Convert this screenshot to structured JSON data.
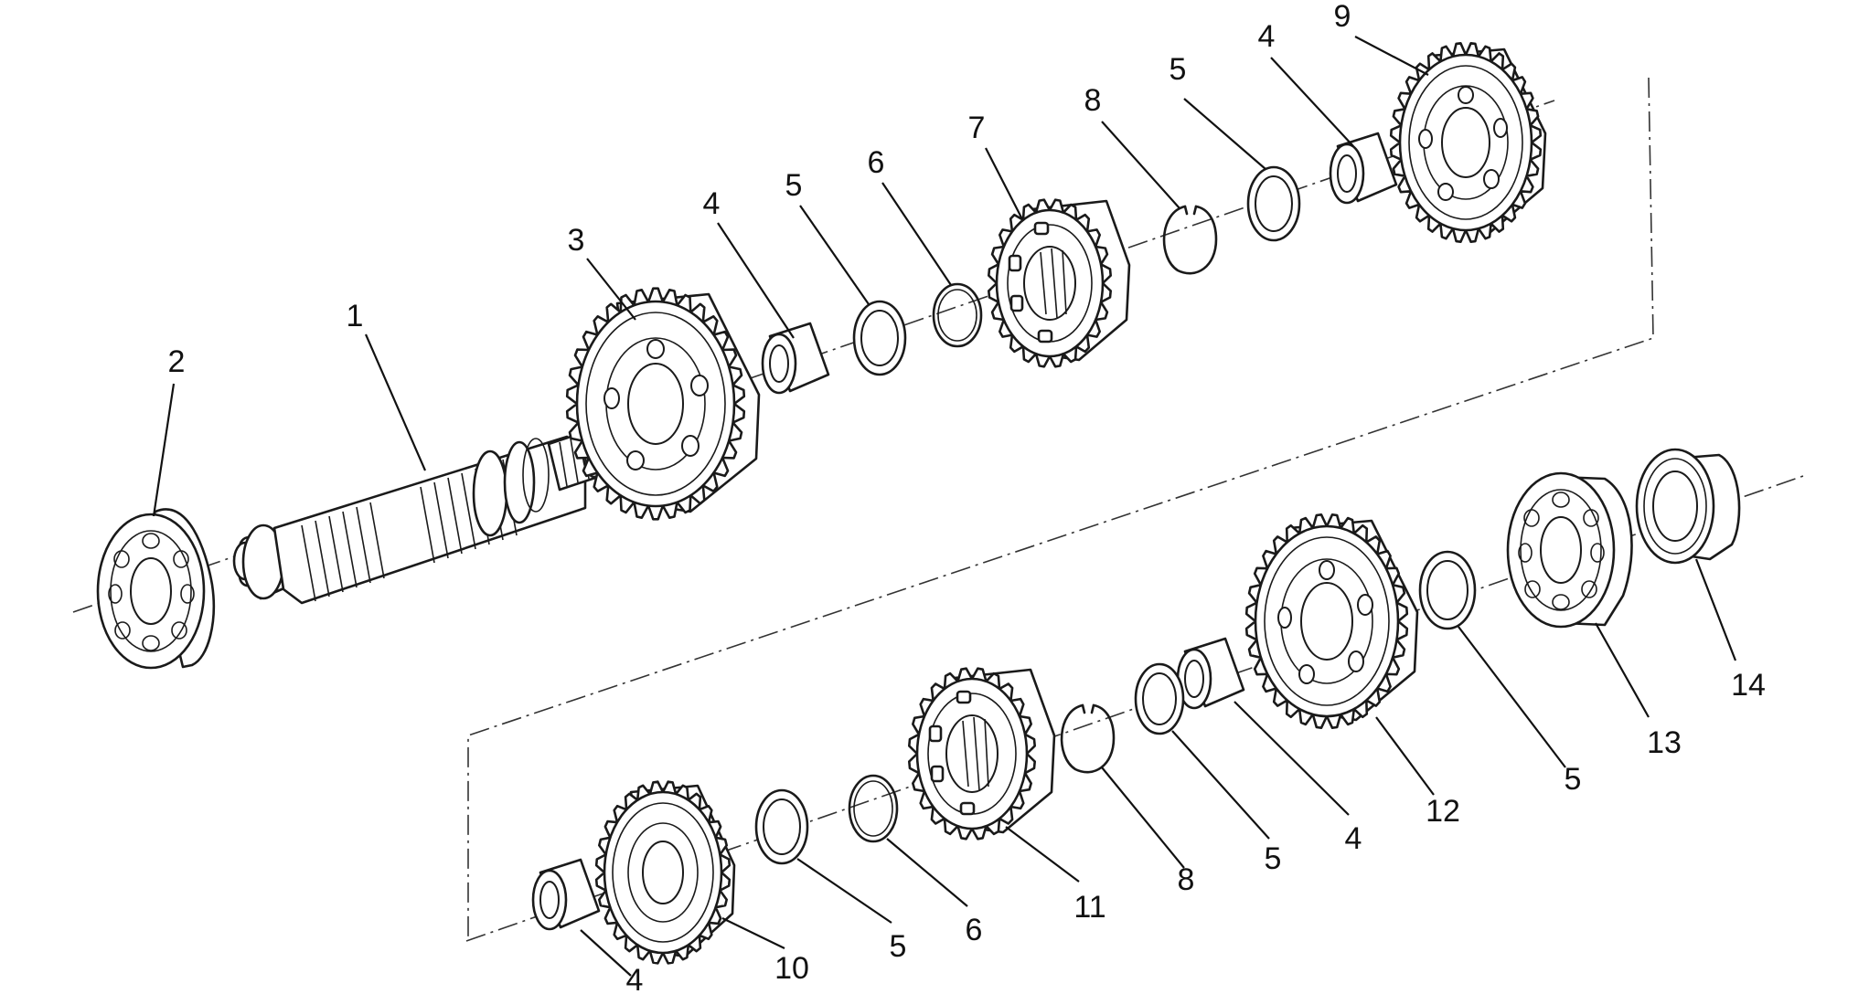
{
  "diagram": {
    "type": "exploded parts view",
    "colors": {
      "line": "#1a1a1a",
      "background": "#ffffff"
    },
    "callouts": [
      "1",
      "2",
      "3",
      "4",
      "5",
      "6",
      "7",
      "8",
      "9",
      "10",
      "11",
      "12",
      "13",
      "14"
    ]
  }
}
